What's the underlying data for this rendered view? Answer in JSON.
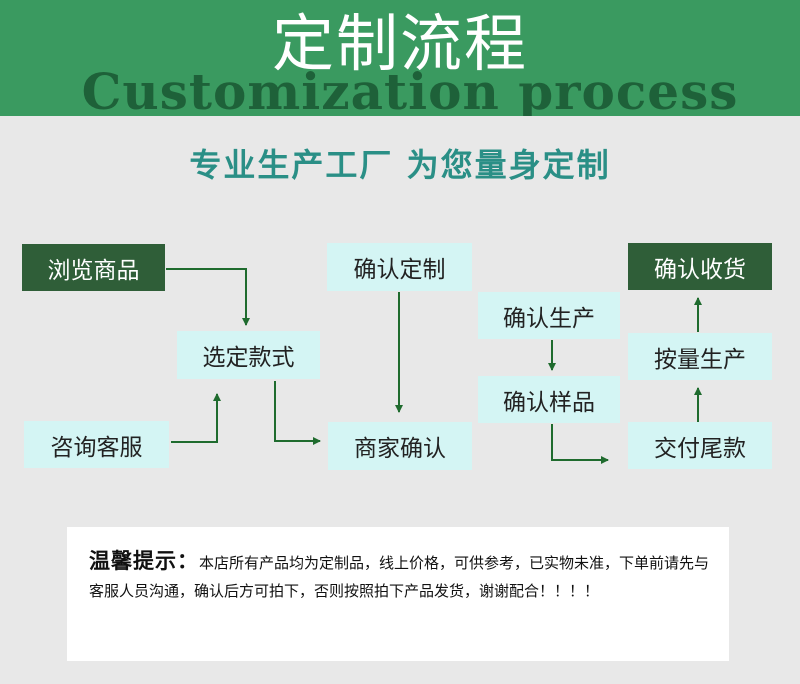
{
  "header": {
    "title": "定制流程",
    "subtitle": "Customization process"
  },
  "slogan": "专业生产工厂   为您量身定制",
  "steps": {
    "browse": "浏览商品",
    "consult": "咨询客服",
    "select_style": "选定款式",
    "confirm_custom": "确认定制",
    "merchant_confirm": "商家确认",
    "confirm_production": "确认生产",
    "confirm_sample": "确认样品",
    "pay_balance": "交付尾款",
    "mass_production": "按量生产",
    "confirm_receipt": "确认收货"
  },
  "colors": {
    "header_bg": "#3a9a60",
    "step_light": "#d4f5f4",
    "step_dark": "#2f5e38",
    "arrow": "#1f6b2e"
  },
  "notice": {
    "label": "温馨提示：",
    "text": "本店所有产品均为定制品，线上价格，可供参考，已实物未准，下单前请先与客服人员沟通，确认后方可拍下，否则按照拍下产品发货，谢谢配合！！！！"
  }
}
